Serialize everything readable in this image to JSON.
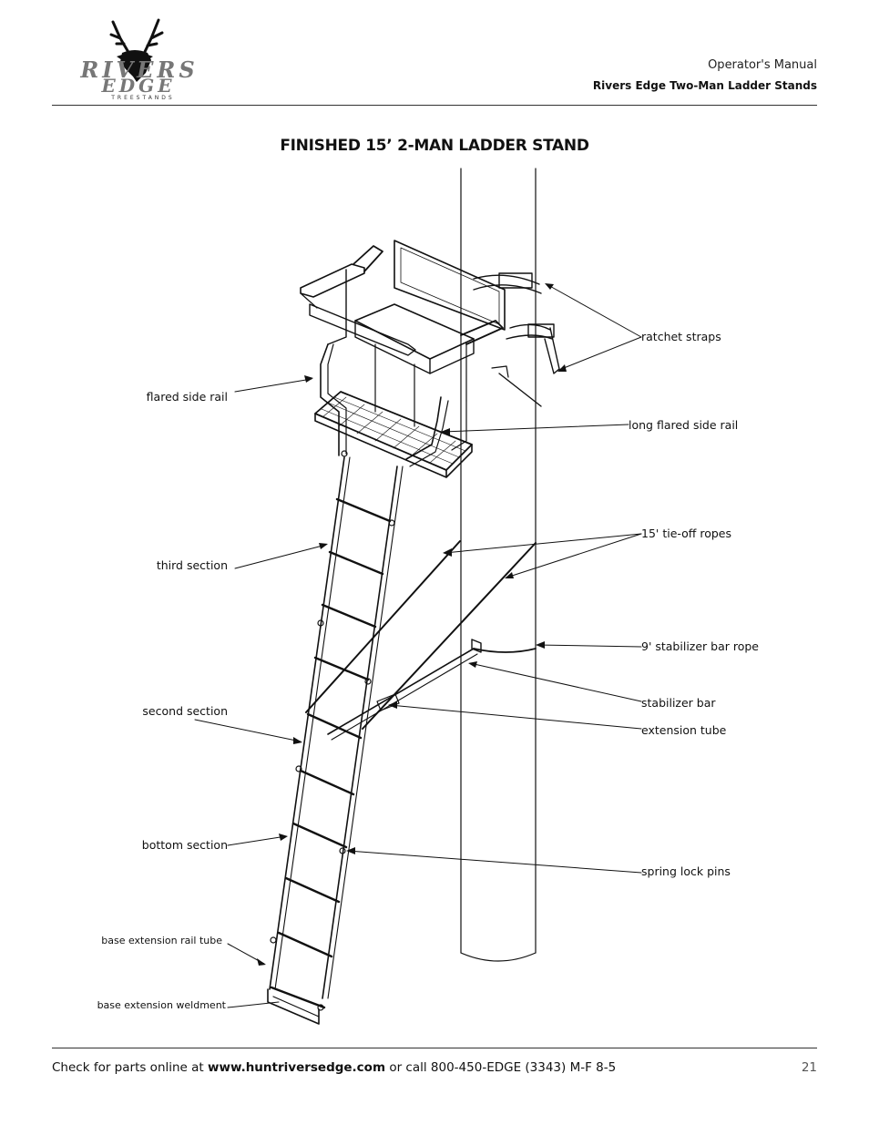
{
  "header": {
    "logo": {
      "line1": "RIVERS",
      "line2": "EDGE",
      "line3": "TREESTANDS"
    },
    "manual": "Operator's Manual",
    "product": "Rivers Edge Two-Man Ladder Stands"
  },
  "title": "FINISHED 15’ 2-MAN LADDER STAND",
  "labels": {
    "ratchet_straps": "ratchet straps",
    "flared_side_rail": "flared side rail",
    "long_flared_side_rail": "long flared side rail",
    "tie_off_ropes": "15' tie-off ropes",
    "third_section": "third section",
    "stabilizer_bar_rope": "9' stabilizer bar rope",
    "stabilizer_bar": "stabilizer bar",
    "second_section": "second section",
    "extension_tube": "extension tube",
    "bottom_section": "bottom section",
    "spring_lock_pins": "spring lock pins",
    "base_extension_rail_tube": "base extension rail tube",
    "base_extension_weldment": "base extension weldment"
  },
  "footer": {
    "prefix": "Check for parts online at ",
    "url": "www.huntriversedge.com",
    "suffix": " or call 800-450-EDGE (3343) M-F 8-5",
    "page": "21"
  },
  "colors": {
    "ink": "#111111",
    "logo_gray": "#777777"
  }
}
